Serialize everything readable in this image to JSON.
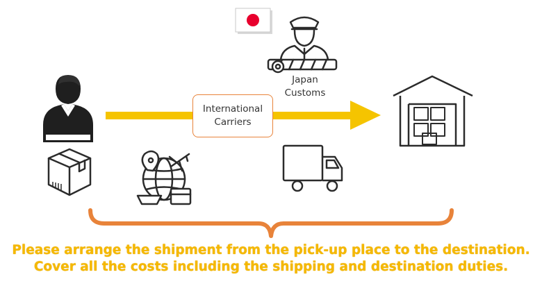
{
  "colors": {
    "arrow": "#f5c400",
    "bracket": "#e8833a",
    "icon": "#2b2b2b",
    "caption": "#f5b800",
    "flag_red": "#e8002d"
  },
  "icons": [
    "person-icon",
    "package-icon",
    "globe-logistics-icon",
    "japan-flag-icon",
    "customs-officer-icon",
    "truck-icon",
    "warehouse-icon"
  ],
  "carrier": {
    "line1": "International",
    "line2": "Carriers"
  },
  "customs": {
    "line1": "Japan",
    "line2": "Customs"
  },
  "caption": {
    "line1": "Please arrange the shipment from the pick-up place to the destination.",
    "line2": "Cover all the costs including the shipping and destination duties."
  }
}
